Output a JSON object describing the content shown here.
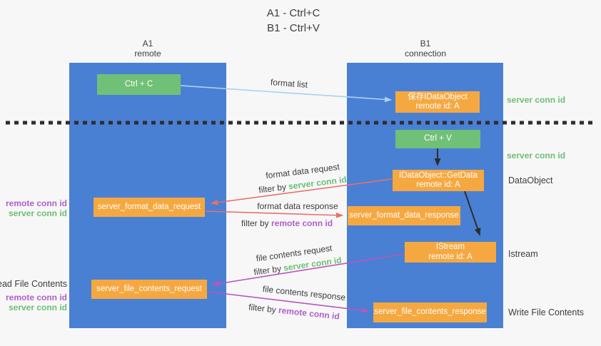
{
  "title": {
    "line1": "A1 - Ctrl+C",
    "line2": "B1 - Ctrl+V"
  },
  "lanes": {
    "left": {
      "id": "A1",
      "role": "remote"
    },
    "right": {
      "id": "B1",
      "role": "connection"
    }
  },
  "nodes": {
    "ctrl_c": {
      "label": "Ctrl + C"
    },
    "ctrl_v": {
      "label": "Ctrl + V"
    },
    "save_idataobject": {
      "line1": "保存IDataObject",
      "line2": "remote id: A"
    },
    "idataobject_getdata": {
      "line1": "IDataObject::GetData",
      "line2": "remote id: A"
    },
    "istream": {
      "line1": "IStream",
      "line2": "remote id: A"
    },
    "server_format_data_request": {
      "label": "server_format_data_request"
    },
    "server_format_data_response": {
      "label": "server_format_data_response"
    },
    "server_file_contents_request": {
      "label": "server_file_contents_request"
    },
    "server_file_contents_response": {
      "label": "server_file_contents_response"
    }
  },
  "edge_labels": {
    "format_list": "format list",
    "format_data_request": "format data request",
    "format_data_response": "format data response",
    "file_contents_request": "file contents request",
    "file_contents_response": "file contents response",
    "filter_by": "filter by",
    "server_conn_id": "server conn id",
    "remote_conn_id": "remote conn id"
  },
  "side_labels": {
    "left_top": {
      "remote": "remote conn id",
      "server": "server conn id"
    },
    "read_file_contents": "Read File Contents",
    "left_bottom": {
      "remote": "remote conn id",
      "server": "server conn id"
    },
    "right_server_conn_id_1": "server conn id",
    "right_server_conn_id_2": "server conn id",
    "dataobject": "DataObject",
    "istream": "Istream",
    "write_file_contents": "Write File Contents"
  },
  "colors": {
    "lane_blue": "#4a80d3",
    "node_green": "#71c077",
    "node_orange": "#f6a840",
    "label_green": "#6cbf70",
    "label_purple": "#b05fc9",
    "arrow_red": "#e8706a",
    "arrow_purple": "#bb55bc",
    "arrow_blue": "#a9d1ee",
    "arrow_black": "#2e2e2e",
    "text_dark": "#3d3d3d",
    "background": "#f7f7f8"
  }
}
